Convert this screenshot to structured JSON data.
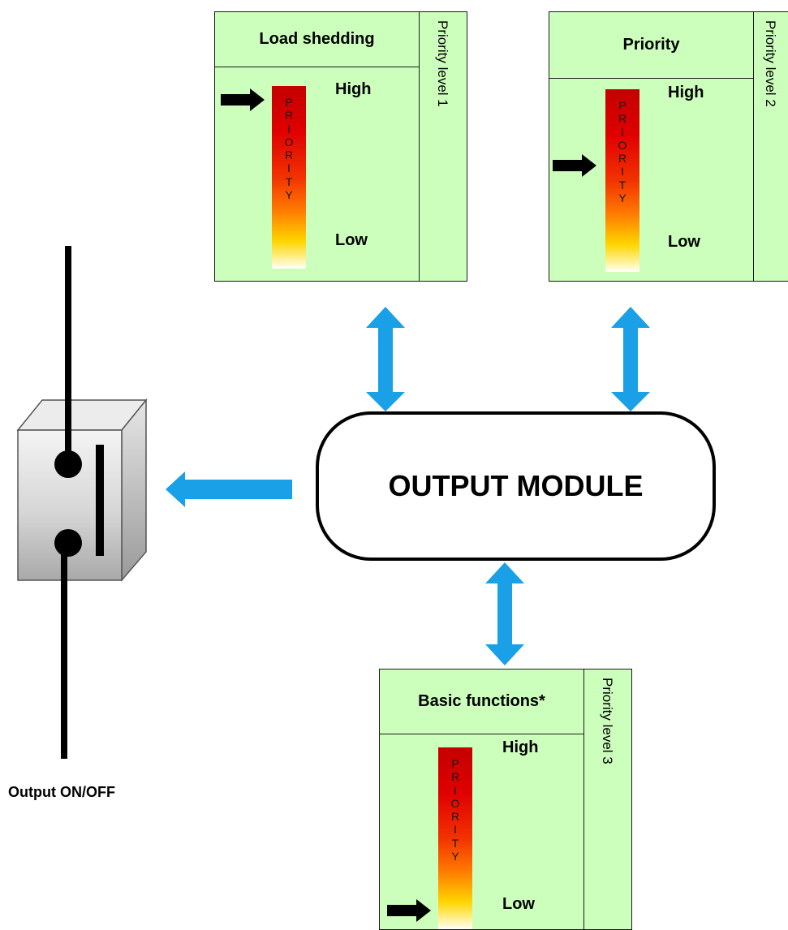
{
  "module": {
    "label": "OUTPUT MODULE"
  },
  "output": {
    "caption": "Output ON/OFF"
  },
  "priority_letters": [
    "P",
    "R",
    "I",
    "O",
    "R",
    "I",
    "T",
    "Y"
  ],
  "panels": [
    {
      "id": "load-shedding",
      "title": "Load shedding",
      "side_label": "Priority level 1",
      "high_label": "High",
      "low_label": "Low",
      "pointer_level": "high"
    },
    {
      "id": "priority",
      "title": "Priority",
      "side_label": "Priority level 2",
      "high_label": "High",
      "low_label": "Low",
      "pointer_level": "upper-middle"
    },
    {
      "id": "basic-functions",
      "title": "Basic functions*",
      "side_label": "Priority level 3",
      "high_label": "High",
      "low_label": "Low",
      "pointer_level": "low"
    }
  ],
  "colors": {
    "panel_fill": "#ccffbb",
    "arrow_blue": "#1aa0e6",
    "pointer_black": "#000000"
  }
}
